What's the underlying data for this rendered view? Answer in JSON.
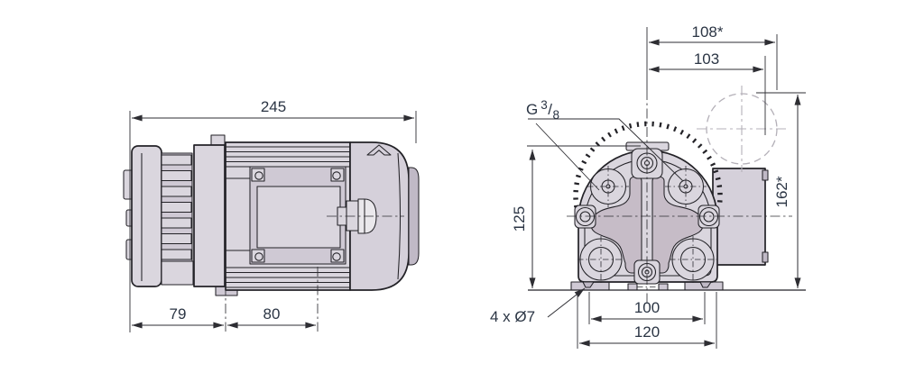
{
  "drawing": {
    "side_view": {
      "dim_overall_length": "245",
      "dim_pump_head_length": "79",
      "dim_motor_foot_spacing": "80"
    },
    "front_view": {
      "dim_port_height": "125",
      "dim_foot_hole_spacing": "100",
      "dim_foot_width": "120",
      "dim_center_to_box": "103",
      "dim_center_to_plug": "108*",
      "dim_total_height": "162*",
      "label_mounting_holes": "4 x Ø7",
      "label_thread": {
        "prefix": "G",
        "numerator": "3",
        "slash": "/",
        "denominator": "8"
      }
    }
  },
  "colors": {
    "bg": "#ffffff",
    "line": "#232227",
    "dim": "#2e2e33",
    "text": "#2b3544",
    "body": "#dad6de",
    "body_light": "#eae8ec",
    "panel": "#cfc9d4",
    "recess": "#c6bcc7",
    "cap": "#d5d0da",
    "rim": "#c0b9c6",
    "phantom": "#b4b0b8"
  }
}
